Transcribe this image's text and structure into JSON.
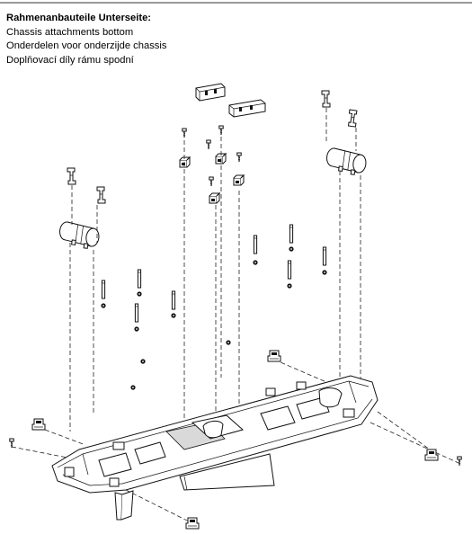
{
  "captions": {
    "title": "Rahmenanbauteile Unterseite:",
    "line_en": "Chassis attachments bottom",
    "line_nl": "Onderdelen voor onderzijde chassis",
    "line_cs": "Doplňovací díly rámu spodní"
  }
}
